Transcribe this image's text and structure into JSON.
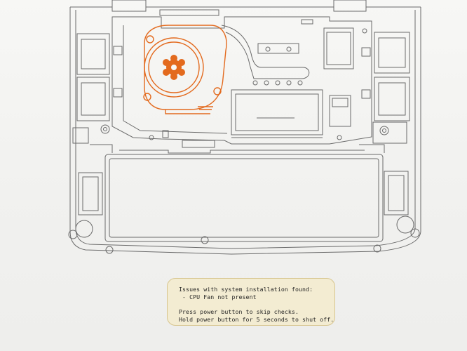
{
  "notice": {
    "heading": "Issues with system installation found:",
    "issue": " - CPU Fan not present",
    "instruction_skip": "Press power button to skip checks.",
    "instruction_shutdown": "Hold power button for 5 seconds to shut off."
  },
  "colors": {
    "background": "#f3f3f1",
    "outline": "#6a6a6a",
    "highlight_fan": "#e36a1e",
    "notice_fill": "#f3ecd2",
    "notice_border": "#d7c58e"
  },
  "icons": {
    "fan": "fan-icon"
  }
}
